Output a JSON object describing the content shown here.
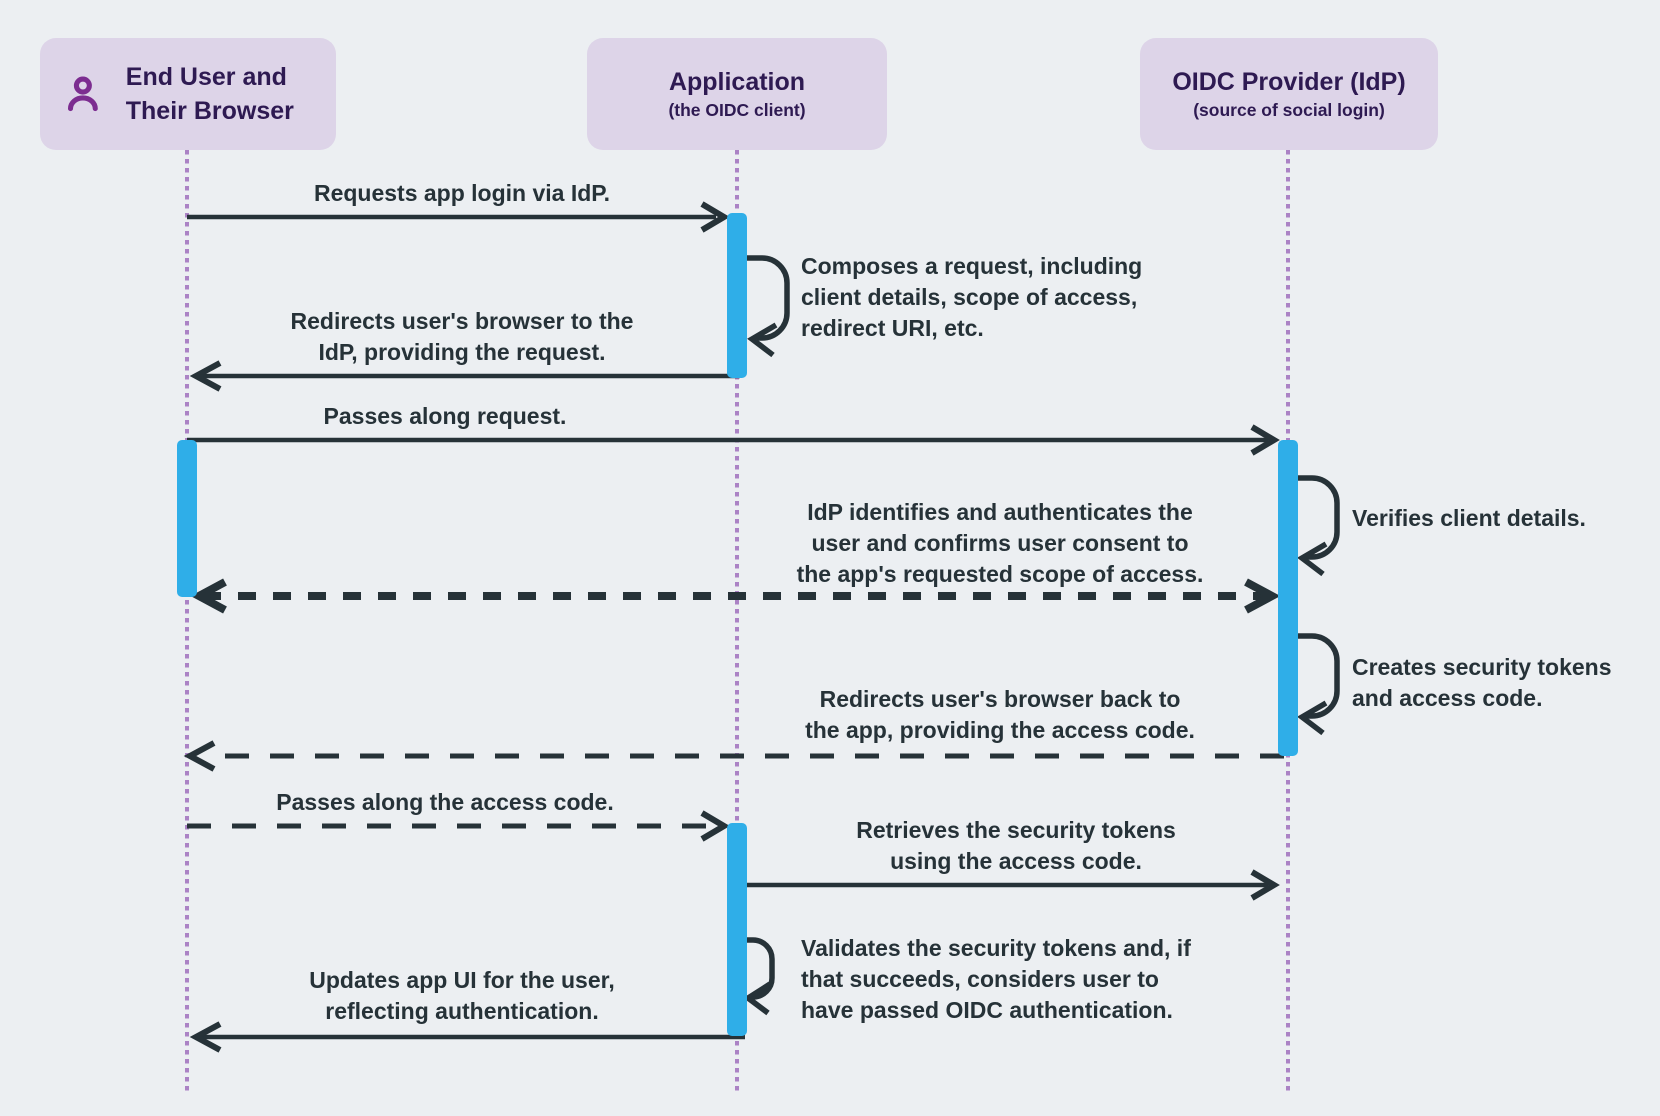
{
  "colors": {
    "background": "#ECEFF2",
    "actor_fill": "#DDD4E8",
    "actor_text": "#2E1A52",
    "icon_purple": "#7C2C90",
    "line_dark": "#263238",
    "activation_blue": "#2FAEE8",
    "lifeline_purple": "#AB83C5"
  },
  "actors": {
    "user": {
      "line1": "End User and",
      "line2": "Their Browser",
      "icon": "person-icon"
    },
    "app": {
      "title": "Application",
      "subtitle": "(the OIDC client)"
    },
    "idp": {
      "title": "OIDC Provider (IdP)",
      "subtitle": "(source of social login)"
    }
  },
  "messages": {
    "m1": {
      "kind": "solid-arrow",
      "from": "user",
      "to": "app",
      "lines": [
        "Requests app login via IdP."
      ]
    },
    "m2": {
      "kind": "self-loop",
      "actor": "app",
      "lines": [
        "Composes a request, including",
        "client details, scope of access,",
        "redirect URI, etc."
      ]
    },
    "m3": {
      "kind": "solid-arrow",
      "from": "app",
      "to": "user",
      "lines": [
        "Redirects user's browser to the",
        "IdP, providing the request."
      ]
    },
    "m4": {
      "kind": "solid-arrow",
      "from": "user",
      "to": "idp",
      "lines": [
        "Passes along request."
      ]
    },
    "m5": {
      "kind": "self-loop",
      "actor": "idp",
      "lines": [
        "Verifies client details."
      ]
    },
    "m6": {
      "kind": "dashed-bidirectional",
      "between": [
        "idp",
        "user"
      ],
      "lines": [
        "IdP identifies and authenticates the",
        "user and confirms user consent to",
        "the app's requested scope of access."
      ]
    },
    "m7": {
      "kind": "self-loop",
      "actor": "idp",
      "lines": [
        "Creates security tokens",
        "and access code."
      ]
    },
    "m8": {
      "kind": "dashed-arrow",
      "from": "idp",
      "to": "user",
      "lines": [
        "Redirects user's browser back to",
        "the app, providing the access code."
      ]
    },
    "m9": {
      "kind": "dashed-arrow",
      "from": "user",
      "to": "app",
      "lines": [
        "Passes along the access code."
      ]
    },
    "m10": {
      "kind": "solid-arrow",
      "from": "app",
      "to": "idp",
      "lines": [
        "Retrieves the security tokens",
        "using the access code."
      ]
    },
    "m11": {
      "kind": "self-loop",
      "actor": "app",
      "lines": [
        "Validates the security tokens and, if",
        "that succeeds, considers user to",
        "have passed OIDC authentication."
      ]
    },
    "m12": {
      "kind": "solid-arrow",
      "from": "app",
      "to": "user",
      "lines": [
        "Updates app UI for the user,",
        "reflecting authentication."
      ]
    }
  }
}
